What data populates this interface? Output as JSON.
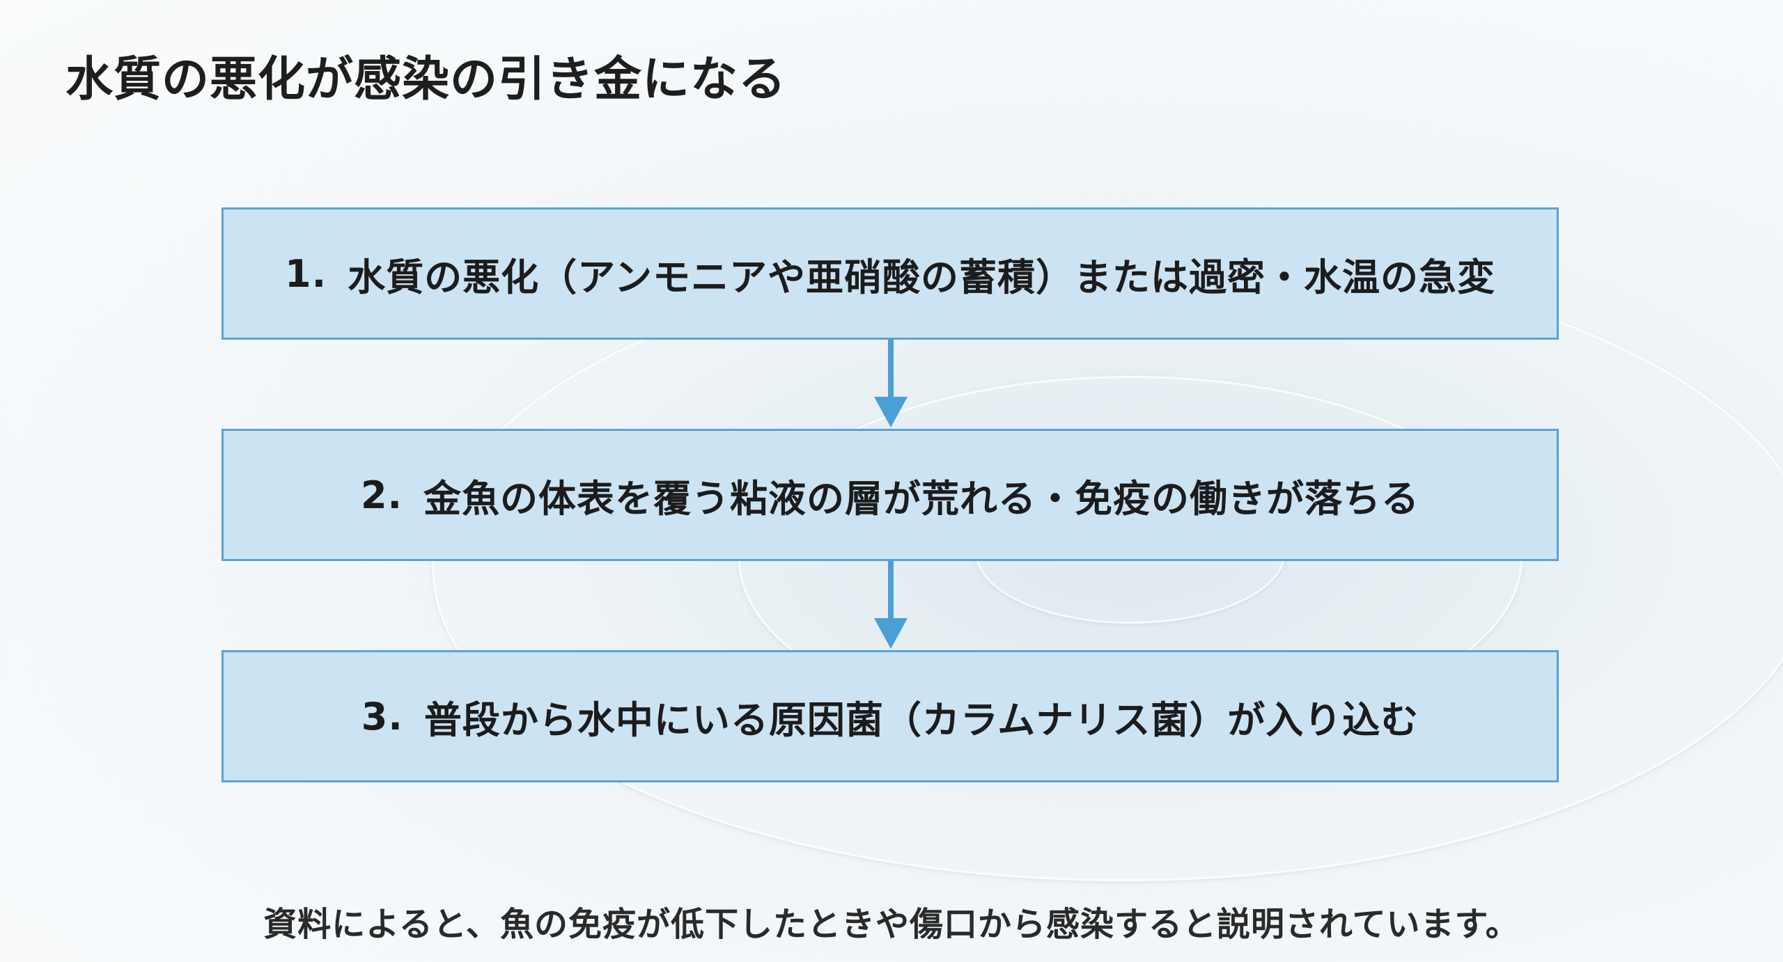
{
  "slide": {
    "title": "水質の悪化が感染の引き金になる",
    "steps": [
      {
        "number": "1.",
        "text": "水質の悪化（アンモニアや亜硝酸の蓄積）または過密・水温の急変"
      },
      {
        "number": "2.",
        "text": "金魚の体表を覆う粘液の層が荒れる・免疫の働きが落ちる"
      },
      {
        "number": "3.",
        "text": "普段から水中にいる原因菌（カラムナリス菌）が入り込む"
      }
    ],
    "caption": "資料によると、魚の免疫が低下したときや傷口から感染すると説明されています。"
  },
  "colors": {
    "box_fill": "#cce3f3",
    "box_border": "#5aa3d3",
    "arrow": "#4aa0d6",
    "text": "#1c1c1c"
  }
}
